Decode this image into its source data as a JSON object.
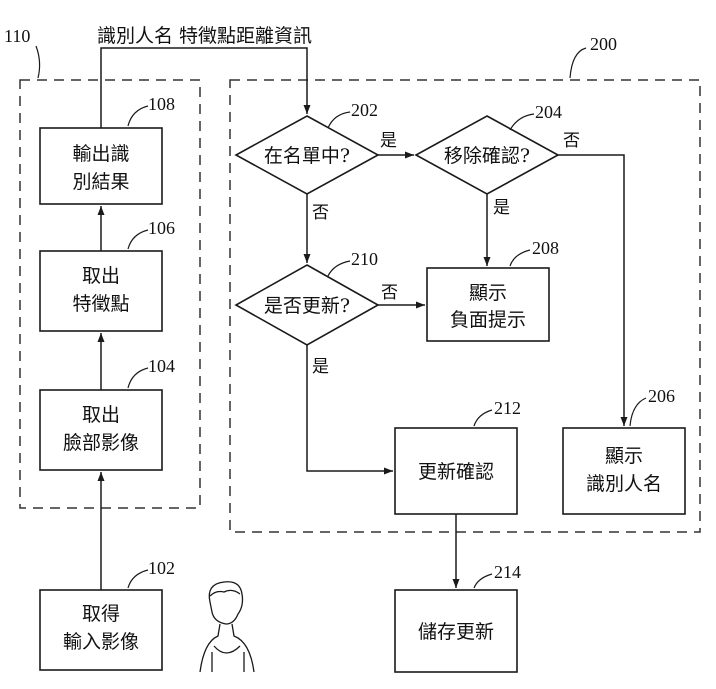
{
  "top_label": "識別人名 特徵點距離資訊",
  "groups": {
    "left_ref": "110",
    "right_ref": "200"
  },
  "boxes": {
    "b102": {
      "ref": "102",
      "line1": "取得",
      "line2": "輸入影像"
    },
    "b104": {
      "ref": "104",
      "line1": "取出",
      "line2": "臉部影像"
    },
    "b106": {
      "ref": "106",
      "line1": "取出",
      "line2": "特徵點"
    },
    "b108": {
      "ref": "108",
      "line1": "輸出識",
      "line2": "別結果"
    },
    "b208": {
      "ref": "208",
      "line1": "顯示",
      "line2": "負面提示"
    },
    "b206": {
      "ref": "206",
      "line1": "顯示",
      "line2": "識別人名"
    },
    "b212": {
      "ref": "212",
      "line1": "更新確認"
    },
    "b214": {
      "ref": "214",
      "line1": "儲存更新"
    }
  },
  "decisions": {
    "d202": {
      "ref": "202",
      "label": "在名單中?"
    },
    "d204": {
      "ref": "204",
      "label": "移除確認?"
    },
    "d210": {
      "ref": "210",
      "label": "是否更新?"
    }
  },
  "edge_labels": {
    "d202_yes": "是",
    "d202_no": "否",
    "d204_no": "否",
    "d204_yes": "是",
    "d210_no": "否",
    "d210_yes": "是"
  }
}
